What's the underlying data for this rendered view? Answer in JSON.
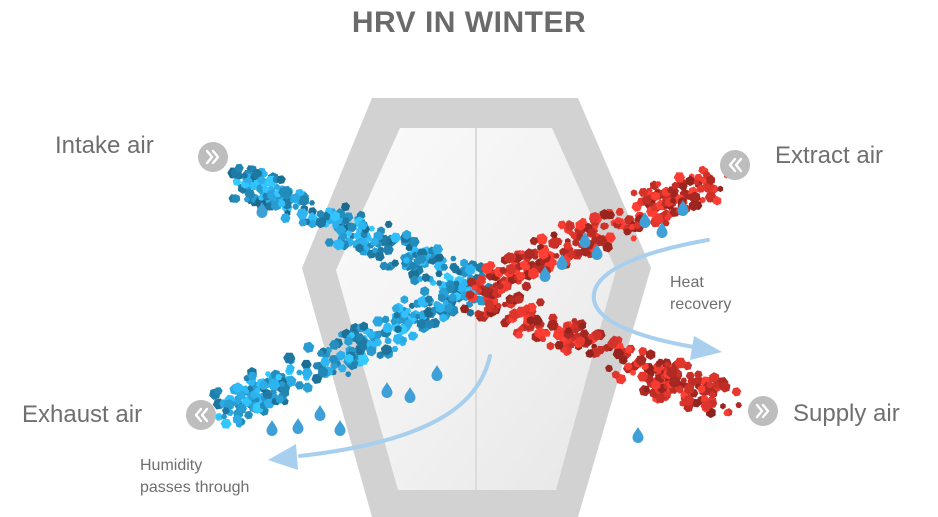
{
  "title": "HRV IN WINTER",
  "ports": {
    "intake": {
      "label": "Intake air",
      "direction": "in"
    },
    "extract": {
      "label": "Extract air",
      "direction": "in"
    },
    "exhaust": {
      "label": "Exhaust air",
      "direction": "out"
    },
    "supply": {
      "label": "Supply air",
      "direction": "out"
    }
  },
  "notes": {
    "heat": [
      "Heat",
      "recovery"
    ],
    "humidity": [
      "Humidity",
      "passes through"
    ]
  },
  "colors": {
    "cold_air": "#29a3da",
    "warm_air": "#d9342b",
    "droplet": "#3fa0d8",
    "flow_arrow": "#a8cfee",
    "exchanger_frame": "#cfcfcf",
    "chevron_badge": "#bdbdbd"
  },
  "icons": {
    "port": "chevron-double-icon",
    "droplet": "water-droplet-icon",
    "flow": "curved-arrow-icon"
  }
}
